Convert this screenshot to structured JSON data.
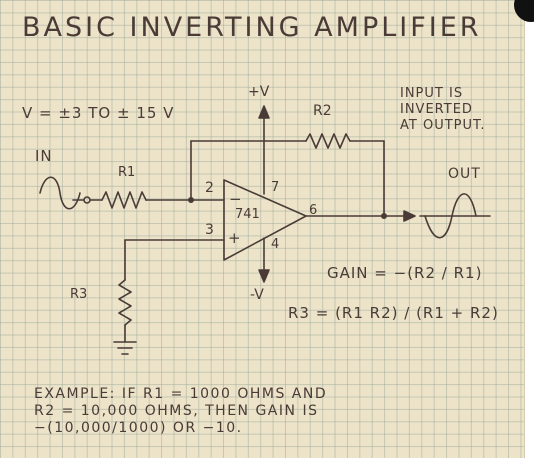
{
  "diagram": {
    "title": "BASIC INVERTING AMPLIFIER",
    "supply_range": "V = ±3 TO ± 15 V",
    "input_label": "IN",
    "output_label": "OUT",
    "note_lines": [
      "INPUT IS",
      "INVERTED",
      "AT OUTPUT."
    ],
    "components": {
      "r1": "R1",
      "r2": "R2",
      "r3": "R3",
      "opamp": "741"
    },
    "pins": {
      "inverting": "2",
      "noninverting": "3",
      "vplus_pin": "7",
      "output_pin": "6",
      "vminus_pin": "4",
      "minus_sign": "−",
      "plus_sign": "+"
    },
    "supply_labels": {
      "positive": "+V",
      "negative": "-V"
    },
    "equations": {
      "gain": "GAIN = −(R2 / R1)",
      "r3": "R3 = (R1 R2) / (R1 + R2)"
    },
    "example_lines": [
      "EXAMPLE:  IF R1 = 1000 OHMS  AND",
      "R2 = 10,000  OHMS,  THEN  GAIN IS",
      "−(10,000/1000)  OR  −10."
    ],
    "colors": {
      "ink": "#4a3b36",
      "paper": "#ece3c9",
      "grid": "#96a596"
    }
  }
}
